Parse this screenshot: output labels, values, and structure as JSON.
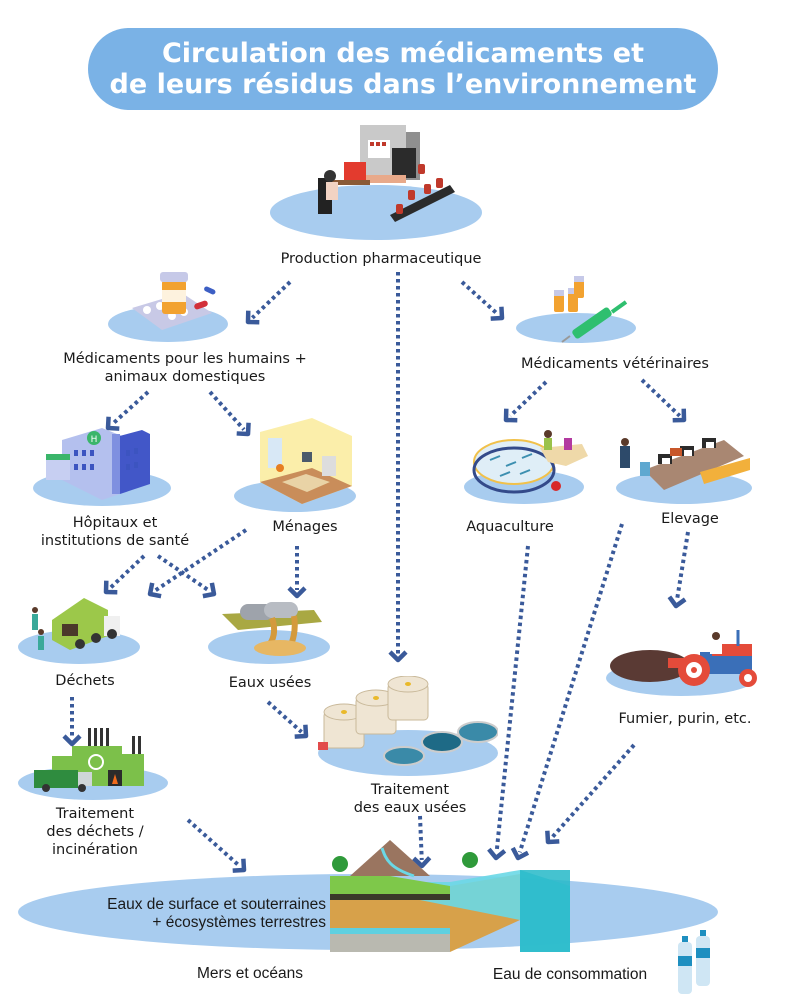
{
  "title": {
    "line1": "Circulation des médicaments et",
    "line2": "de leurs résidus dans l’environnement"
  },
  "colors": {
    "title_bg": "#7ab2e6",
    "ellipse": "#a8ccef",
    "arrow": "#3a5a9a",
    "text": "#1a1a1a"
  },
  "nodes": {
    "production": {
      "label": "Production pharmaceutique",
      "icon": "factory-conveyor-icon"
    },
    "human_meds": {
      "line1": "Médicaments pour les humains +",
      "line2": "animaux domestiques",
      "icon": "pill-bottle-icon"
    },
    "vet_meds": {
      "label": "Médicaments vétérinaires",
      "icon": "syringe-vials-icon"
    },
    "hospitals": {
      "line1": "Hôpitaux et",
      "line2": "institutions de santé",
      "icon": "hospital-icon"
    },
    "households": {
      "label": "Ménages",
      "icon": "house-room-icon"
    },
    "aquaculture": {
      "label": "Aquaculture",
      "icon": "fish-farm-icon"
    },
    "livestock": {
      "label": "Elevage",
      "icon": "cow-barn-icon"
    },
    "waste": {
      "label": "Déchets",
      "icon": "garbage-truck-icon"
    },
    "wastewater": {
      "label": "Eaux usées",
      "icon": "sewage-pipe-icon"
    },
    "manure": {
      "label": "Fumier, purin, etc.",
      "icon": "tractor-manure-icon"
    },
    "waste_treatment": {
      "line1": "Traitement",
      "line2": "des déchets /",
      "line3": "incinération",
      "icon": "incinerator-plant-icon"
    },
    "wastewater_treatment": {
      "line1": "Traitement",
      "line2": "des eaux usées",
      "icon": "treatment-plant-icon"
    },
    "environment": {
      "line1": "Eaux de surface et souterraines",
      "line2": "+ écosystèmes terrestres",
      "icon": "landscape-block-icon"
    },
    "seas": {
      "label": "Mers et océans"
    },
    "drinking_water": {
      "label": "Eau de consommation",
      "icon": "water-bottles-icon"
    }
  }
}
